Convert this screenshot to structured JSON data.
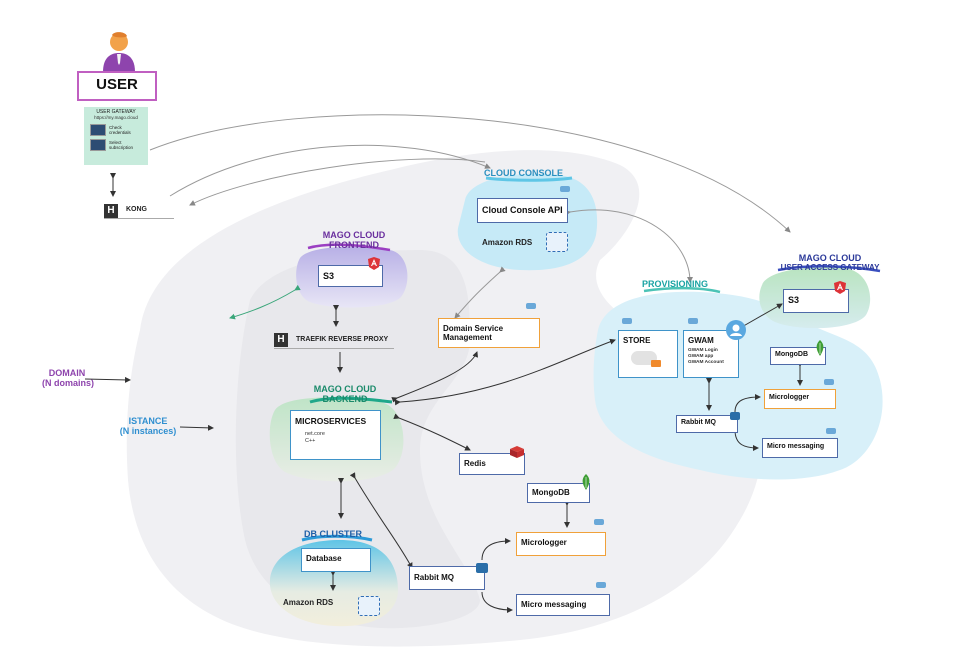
{
  "user": {
    "title": "USER",
    "gateway_title": "USER GATEWAY",
    "gateway_url": "https://my.mago.cloud",
    "step1": "Check credentials",
    "step2": "Select subscription"
  },
  "kong": "KONG",
  "traefik": "TRAEFIK REVERSE PROXY",
  "domain": {
    "line1": "DOMAIN",
    "line2": "(N domains)"
  },
  "istance": {
    "line1": "ISTANCE",
    "line2": "(N instances)"
  },
  "frontend": {
    "title_line1": "MAGO CLOUD",
    "title_line2": "FRONTEND",
    "box": "S3"
  },
  "console": {
    "title": "CLOUD CONSOLE",
    "api": "Cloud Console API",
    "rds": "Amazon RDS"
  },
  "dsm": {
    "line1": "Domain Service",
    "line2": "Management"
  },
  "backend": {
    "title_line1": "MAGO CLOUD",
    "title_line2": "BACKEND",
    "box": "MICROSERVICES",
    "tech1": "net.core",
    "tech2": "C++"
  },
  "redis": "Redis",
  "mongodb": "MongoDB",
  "micrologger": "Micrologger",
  "rabbitmq": "Rabbit MQ",
  "micromessaging": "Micro messaging",
  "dbcluster": {
    "title": "DB CLUSTER",
    "box": "Database",
    "rds": "Amazon RDS"
  },
  "provisioning": {
    "title": "PROVISIONING",
    "store": "STORE",
    "gwam": "GWAM",
    "gwam1": "GWAM Login",
    "gwam2": "GWAM app",
    "gwam3": "GWAM Account",
    "mongodb": "MongoDB",
    "micrologger": "Micrologger",
    "rabbitmq": "Rabbit MQ",
    "micromessaging": "Micro messaging"
  },
  "uag": {
    "title_line1": "MAGO CLOUD",
    "title_line2": "USER ACCESS GATEWAY",
    "box": "S3"
  },
  "colors": {
    "purple": "#8e44ad",
    "teal": "#1aa3a3",
    "blue_text": "#2f6db5",
    "orange": "#f0a13a",
    "angular": "#dd3338",
    "mongo": "#3f9e35",
    "redis": "#d63b36"
  }
}
